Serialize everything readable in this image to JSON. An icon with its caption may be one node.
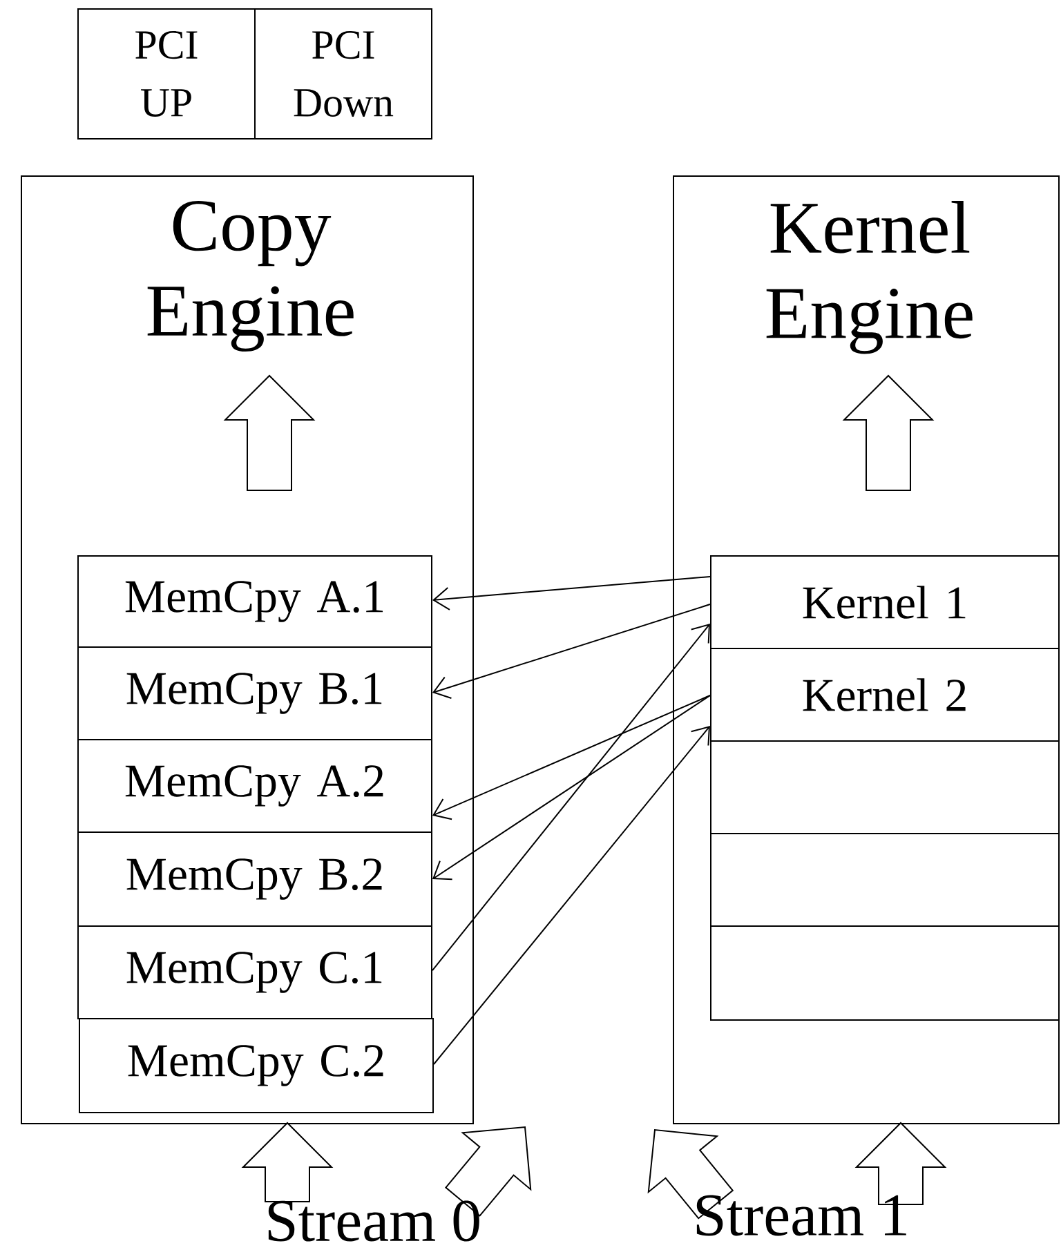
{
  "diagram": {
    "nodes": [
      {
        "text": [
          "PCI UP"
        ]
      },
      {
        "text": [
          "PCI Down"
        ]
      },
      {
        "text": [
          "Copy Engine"
        ]
      },
      {
        "text": [
          "Kernel Engine"
        ]
      },
      {
        "text": [
          "MemCpy A.1"
        ],
        "in": 2
      },
      {
        "text": [
          "MemCpy B.1"
        ],
        "in": 2
      },
      {
        "text": [
          "MemCpy A.2"
        ],
        "in": 2
      },
      {
        "text": [
          "MemCpy B.2"
        ],
        "in": 2
      },
      {
        "text": [
          "MemCpy C.1"
        ],
        "in": 2
      },
      {
        "text": [
          "MemCpy C.2"
        ],
        "in": 2
      },
      {
        "text": [
          "Kernel 1"
        ],
        "in": 3
      },
      {
        "text": [
          "Kernel 2"
        ],
        "in": 3
      },
      {
        "text": [],
        "shape": "box",
        "in": 3
      },
      {
        "text": [],
        "shape": "box",
        "in": 3
      },
      {
        "text": [],
        "shape": "box",
        "in": 3
      },
      {
        "text": [
          "Stream 0"
        ]
      },
      {
        "text": [
          "Stream 1"
        ]
      }
    ],
    "edges": [
      {
        "from": 10,
        "to": 4,
        "arrow": "to"
      },
      {
        "from": 10,
        "to": 5,
        "arrow": "to"
      },
      {
        "from": 11,
        "to": 6,
        "arrow": "to"
      },
      {
        "from": 11,
        "to": 7,
        "arrow": "to"
      },
      {
        "from": 8,
        "to": 10,
        "arrow": "to"
      },
      {
        "from": 9,
        "to": 11,
        "arrow": "to"
      },
      {
        "from": 15,
        "to": 2,
        "arrow": "to",
        "style": "thick"
      },
      {
        "from": 15,
        "to": null,
        "arrow": "to",
        "style": "thick"
      },
      {
        "from": 16,
        "to": 3,
        "arrow": "to",
        "style": "thick"
      },
      {
        "from": 16,
        "to": null,
        "arrow": "to",
        "style": "thick"
      }
    ]
  }
}
